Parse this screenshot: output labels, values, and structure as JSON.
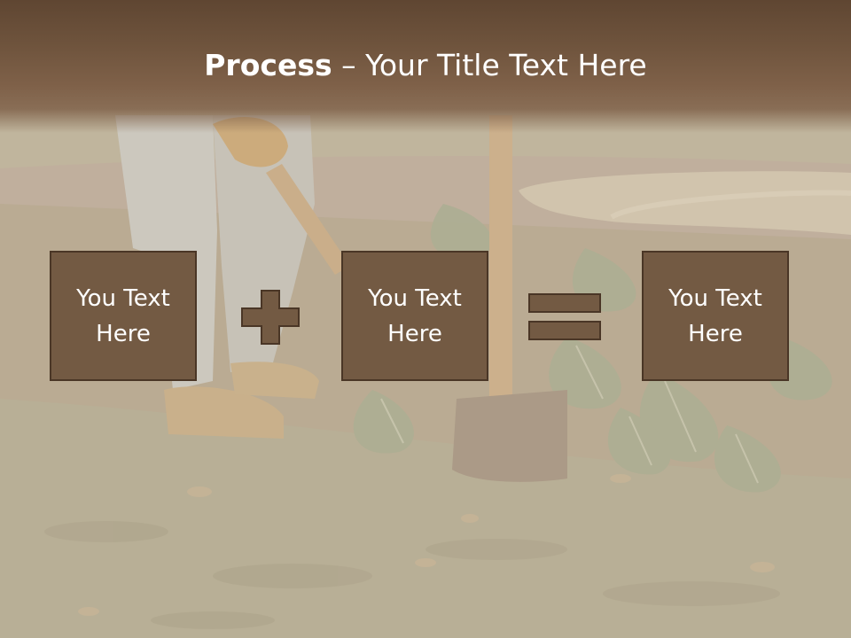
{
  "slide": {
    "title_bold": "Process",
    "title_rest": " – Your Title Text Here",
    "boxes": [
      {
        "label": "You Text Here"
      },
      {
        "label": "You Text Here"
      },
      {
        "label": "You Text Here"
      }
    ],
    "operators": [
      "plus-icon",
      "equals-icon"
    ]
  },
  "colors": {
    "title_band": "#6f543d",
    "box_fill": "#735a43",
    "box_border": "#4a3626",
    "text": "#ffffff"
  }
}
